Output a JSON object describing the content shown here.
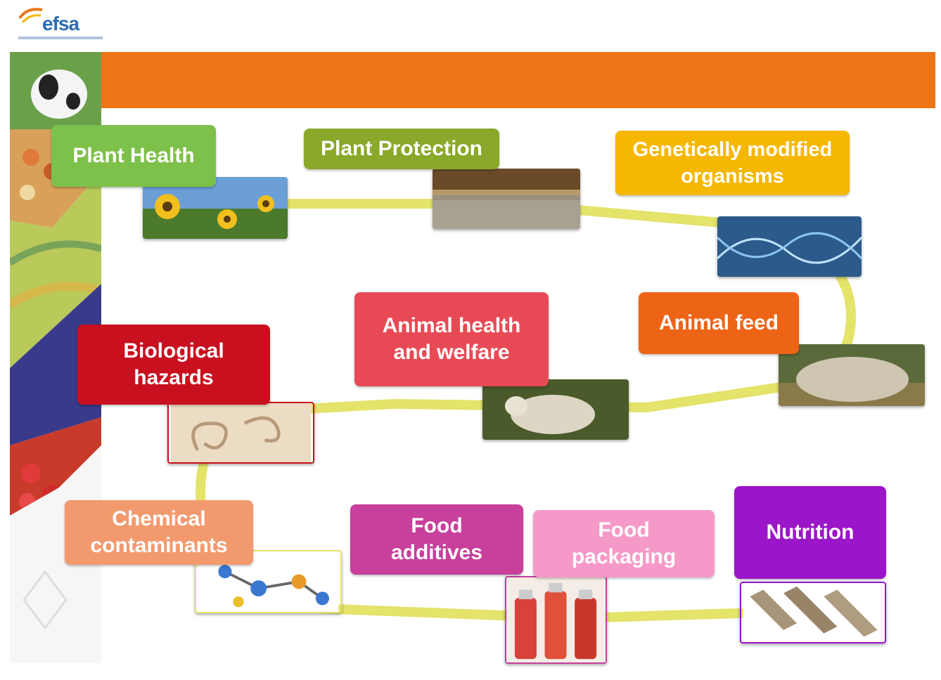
{
  "logo": {
    "text": "efsa"
  },
  "topics": {
    "plant_health": "Plant Health",
    "plant_protection": "Plant Protection",
    "gmo": "Genetically modified\norganisms",
    "animal_health": "Animal health\nand welfare",
    "animal_feed": "Animal feed",
    "biological_hazards": "Biological\nhazards",
    "chemical_contaminants": "Chemical\ncontaminants",
    "food_additives": "Food\nadditives",
    "food_packaging": "Food\npackaging",
    "nutrition": "Nutrition"
  },
  "colors": {
    "banner": "#ee7418",
    "loop": "#e4e36a",
    "plant_health": "#7ec14a",
    "plant_protection": "#8aa829",
    "gmo": "#f5b700",
    "animal_health": "#e84a55",
    "animal_feed": "#ee6416",
    "biological_hazards": "#c8101e",
    "chemical_contaminants": "#f29a6e",
    "food_additives": "#c83f9c",
    "food_packaging": "#f59ac8",
    "nutrition": "#9b16c8"
  },
  "icons": [
    "sunflower-photo",
    "crop-field-photo",
    "dna-photo",
    "sheep-photo",
    "hay-bale-photo",
    "parasite-photo",
    "molecule-photo",
    "sauce-bottles-photo",
    "bread-photo"
  ]
}
